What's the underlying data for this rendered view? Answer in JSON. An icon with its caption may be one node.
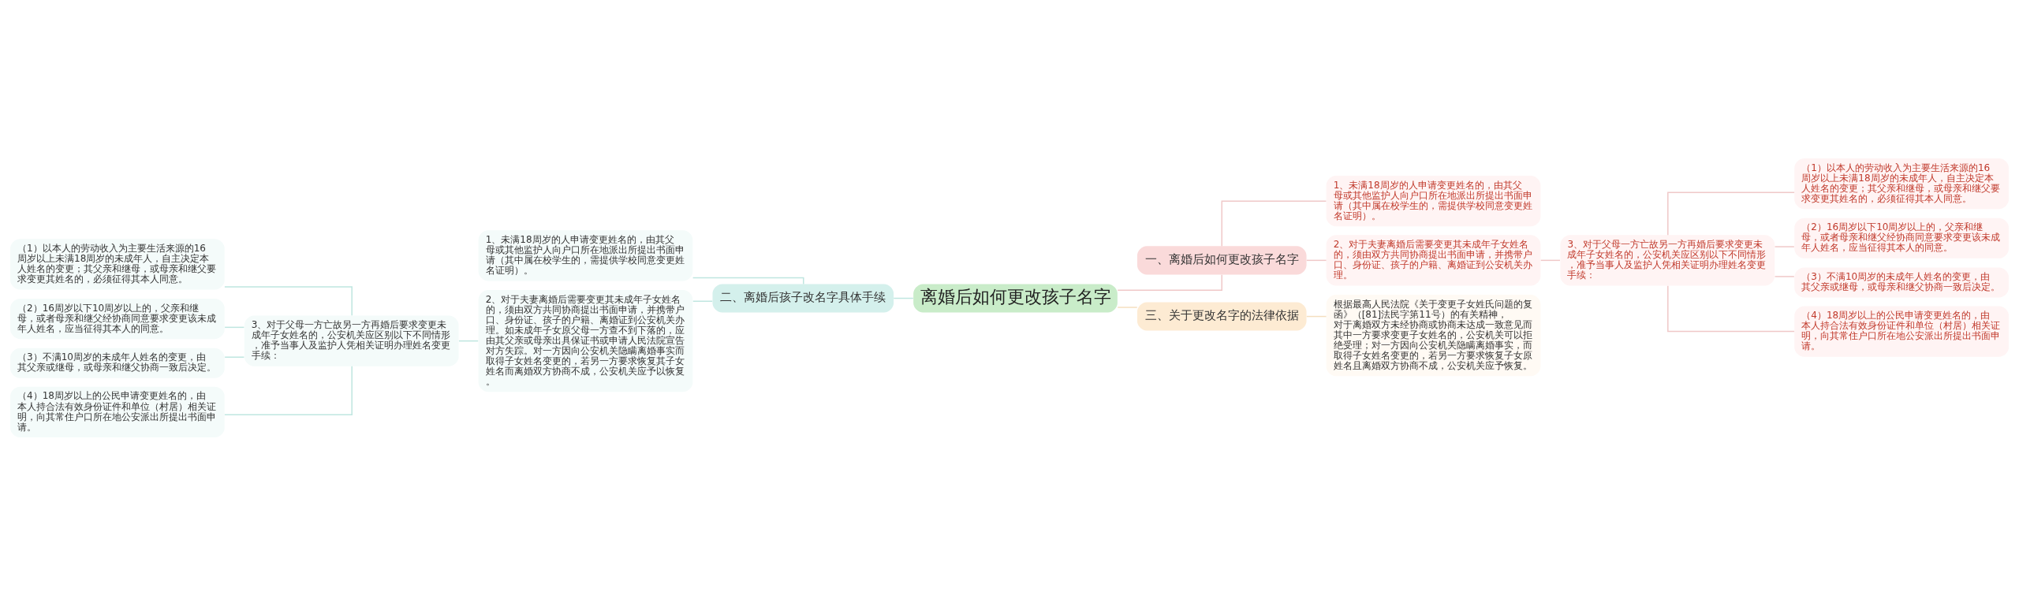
{
  "diagram": {
    "nodes": [
      {
        "text": [
          "离婚后如何更改孩子名字"
        ]
      },
      {
        "text": [
          "一、离婚后如何更改孩子名字"
        ]
      },
      {
        "text": [
          "1、未满18周岁的人申请变更姓名的，由其父母或其他监护人向户口所在地派出所提出书面申请（其中属在校学生的，需提供学校同意变更姓名证明）。"
        ]
      },
      {
        "text": [
          "2、对于夫妻离婚后需要变更其未成年子女姓名的，须由双方共同协商提出书面申请，并携带户口、身份证、孩子的户籍、离婚证到公安机关办理。"
        ]
      },
      {
        "text": [
          "3、对于父母一方亡故另一方再婚后要求变更未成年子女姓名的，公安机关应区别以下不同情形，准予当事人及监护人凭相关证明办理姓名变更手续："
        ]
      },
      {
        "text": [
          "（1）以本人的劳动收入为主要生活来源的16周岁以上未满18周岁的未成年人，自主决定本人姓名的变更；其父亲和继母，或母亲和继父要求变更其姓名的，必须征得其本人同意。"
        ]
      },
      {
        "text": [
          "（2）16周岁以下10周岁以上的，父亲和继母，或者母亲和继父经协商同意要求变更该未成年人姓名，应当征得其本人的同意。"
        ]
      },
      {
        "text": [
          "（3）不满10周岁的未成年人姓名的变更，由其父亲或继母，或母亲和继父协商一致后决定。"
        ]
      },
      {
        "text": [
          "（4）18周岁以上的公民申请变更姓名的，由本人持合法有效身份证件和单位（村居）相关证明，向其常住户口所在地公安派出所提出书面申请。"
        ]
      },
      {
        "text": [
          "三、关于更改名字的法律依据"
        ]
      },
      {
        "text": [
          "根据最高人民法院《关于变更子女姓氏问题的复函》（[81]法民字第11号）的有关精神，对于离婚双方未经协商或协商未达成一致意见而其中一方要求变更子女姓名的，公安机关可以拒绝受理；对一方因向公安机关隐瞒离婚事实，而取得子女姓名变更的，若另一方要求恢复子女原姓名且离婚双方协商不成，公安机关应予恢复。"
        ]
      },
      {
        "text": [
          "二、离婚后孩子改名字具体手续"
        ]
      },
      {
        "text": [
          "1、未满18周岁的人申请变更姓名的，由其父母或其他监护人向户口所在地派出所提出书面申请（其中属在校学生的，需提供学校同意变更姓名证明）。"
        ]
      },
      {
        "text": [
          "2、对于夫妻离婚后需要变更其未成年子女姓名的，须由双方共同协商提出书面申请，并携带户口、身份证、孩子的户籍、离婚证到公安机关办理。如未成年子女原父母一方查不到下落的，应由其父亲或母亲出具保证书或申请人民法院宣告对方失踪。对一方因向公安机关隐瞒离婚事实而取得子女姓名变更的，若另一方要求恢复其子女姓名而离婚双方协商不成，公安机关应予以恢复。"
        ]
      },
      {
        "text": [
          "3、对于父母一方亡故另一方再婚后要求变更未成年子女姓名的，公安机关应区别以下不同情形，准予当事人及监护人凭相关证明办理姓名变更手续："
        ]
      },
      {
        "text": [
          "（1）以本人的劳动收入为主要生活来源的16周岁以上未满18周岁的未成年人，自主决定本人姓名的变更；其父亲和继母，或母亲和继父要求变更其姓名的，必须征得其本人同意。"
        ]
      },
      {
        "text": [
          "（2）16周岁以下10周岁以上的，父亲和继母，或者母亲和继父经协商同意要求变更该未成年人姓名，应当征得其本人的同意。"
        ]
      },
      {
        "text": [
          "（3）不满10周岁的未成年人姓名的变更，由其父亲或继母，或母亲和继父协商一致后决定。"
        ]
      },
      {
        "text": [
          "（4）18周岁以上的公民申请变更姓名的，由本人持合法有效身份证件和单位（村居）相关证明，向其常住户口所在地公安派出所提出书面申请。"
        ]
      }
    ],
    "edges": [
      {
        "from": 0,
        "to": 1,
        "arrow": "none",
        "color": "#f0c8c8"
      },
      {
        "from": 1,
        "to": 2,
        "arrow": "none",
        "color": "#f0c8c8"
      },
      {
        "from": 1,
        "to": 3,
        "arrow": "none",
        "color": "#f0c8c8"
      },
      {
        "from": 3,
        "to": 4,
        "arrow": "none",
        "color": "#f0c8c8"
      },
      {
        "from": 4,
        "to": 5,
        "arrow": "none",
        "color": "#f0c8c8"
      },
      {
        "from": 4,
        "to": 6,
        "arrow": "none",
        "color": "#f0c8c8"
      },
      {
        "from": 4,
        "to": 7,
        "arrow": "none",
        "color": "#f0c8c8"
      },
      {
        "from": 4,
        "to": 8,
        "arrow": "none",
        "color": "#f0c8c8"
      },
      {
        "from": 0,
        "to": 9,
        "arrow": "none",
        "color": "#f5dfc0"
      },
      {
        "from": 9,
        "to": 10,
        "arrow": "none",
        "color": "#f5dfc0"
      },
      {
        "from": 0,
        "to": 11,
        "arrow": "none"
      },
      {
        "from": 11,
        "to": 12,
        "arrow": "none"
      },
      {
        "from": 11,
        "to": 13,
        "arrow": "none"
      },
      {
        "from": 13,
        "to": 14,
        "arrow": "none"
      },
      {
        "from": 14,
        "to": 15,
        "arrow": "none"
      },
      {
        "from": 14,
        "to": 16,
        "arrow": "none"
      },
      {
        "from": 14,
        "to": 17,
        "arrow": "none"
      },
      {
        "from": 14,
        "to": 18,
        "arrow": "none"
      }
    ]
  }
}
